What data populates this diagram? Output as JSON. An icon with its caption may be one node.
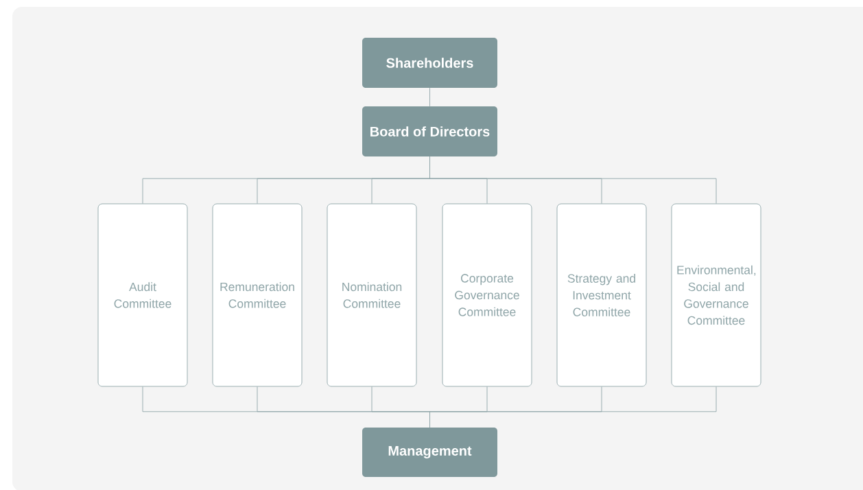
{
  "diagram": {
    "nodes": [
      {
        "text": [
          "Shareholders"
        ]
      },
      {
        "text": [
          "Board of Directors"
        ]
      },
      {
        "text": [
          "Audit Committee"
        ]
      },
      {
        "text": [
          "Remuneration Committee"
        ]
      },
      {
        "text": [
          "Nomination Committee"
        ]
      },
      {
        "text": [
          "Corporate Governance Committee"
        ]
      },
      {
        "text": [
          "Strategy and Investment Committee"
        ]
      },
      {
        "text": [
          "Environmental, Social and Governance Committee"
        ]
      },
      {
        "text": [
          "Management"
        ]
      }
    ],
    "edges": [
      {
        "from": 0,
        "to": 1,
        "arrow": "none"
      },
      {
        "from": 1,
        "to": 2,
        "arrow": "none"
      },
      {
        "from": 1,
        "to": 3,
        "arrow": "none"
      },
      {
        "from": 1,
        "to": 4,
        "arrow": "none"
      },
      {
        "from": 1,
        "to": 5,
        "arrow": "none"
      },
      {
        "from": 1,
        "to": 6,
        "arrow": "none"
      },
      {
        "from": 1,
        "to": 7,
        "arrow": "none"
      },
      {
        "from": 2,
        "to": 8,
        "arrow": "none"
      },
      {
        "from": 3,
        "to": 8,
        "arrow": "none"
      },
      {
        "from": 4,
        "to": 8,
        "arrow": "none"
      },
      {
        "from": 5,
        "to": 8,
        "arrow": "none"
      },
      {
        "from": 6,
        "to": 8,
        "arrow": "none"
      },
      {
        "from": 7,
        "to": 8,
        "arrow": "none"
      }
    ]
  }
}
